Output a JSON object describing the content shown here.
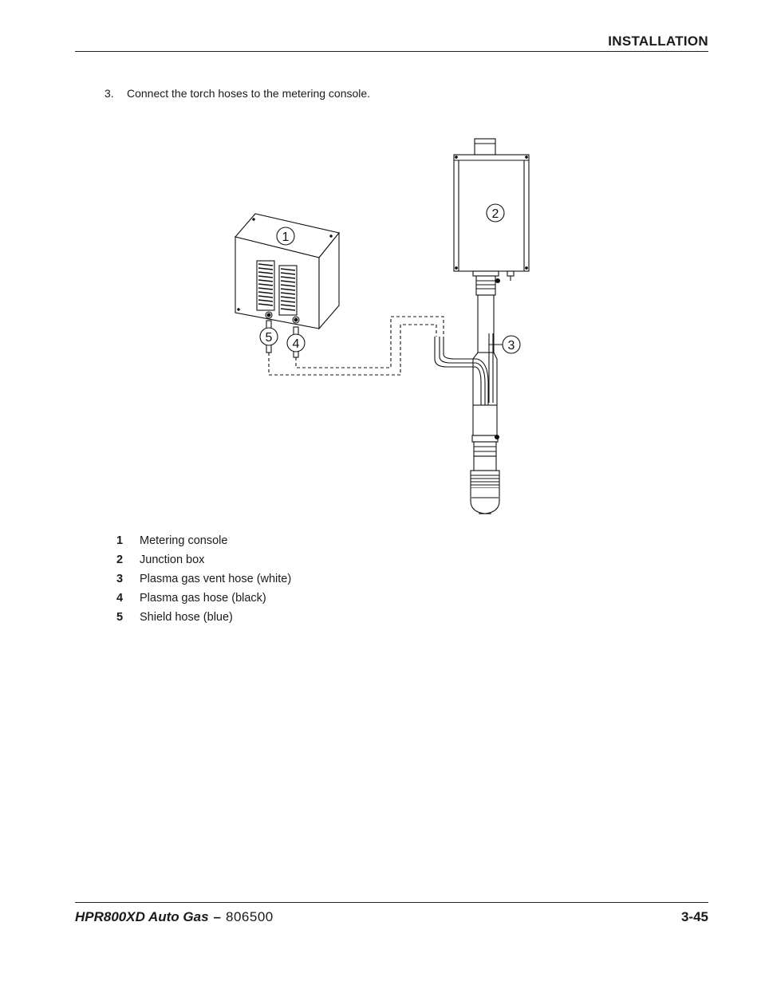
{
  "header": {
    "title": "INSTALLATION"
  },
  "step": {
    "number": "3.",
    "text": "Connect the torch hoses to the metering console."
  },
  "figure": {
    "callouts": [
      "1",
      "2",
      "3",
      "4",
      "5"
    ]
  },
  "legend": [
    {
      "num": "1",
      "label": "Metering console"
    },
    {
      "num": "2",
      "label": "Junction box"
    },
    {
      "num": "3",
      "label": "Plasma gas vent hose (white)"
    },
    {
      "num": "4",
      "label": "Plasma gas hose (black)"
    },
    {
      "num": "5",
      "label": "Shield hose (blue)"
    }
  ],
  "footer": {
    "product": "HPR800XD Auto Gas",
    "dash": "–",
    "doc_number": "806500",
    "page": "3-45"
  }
}
